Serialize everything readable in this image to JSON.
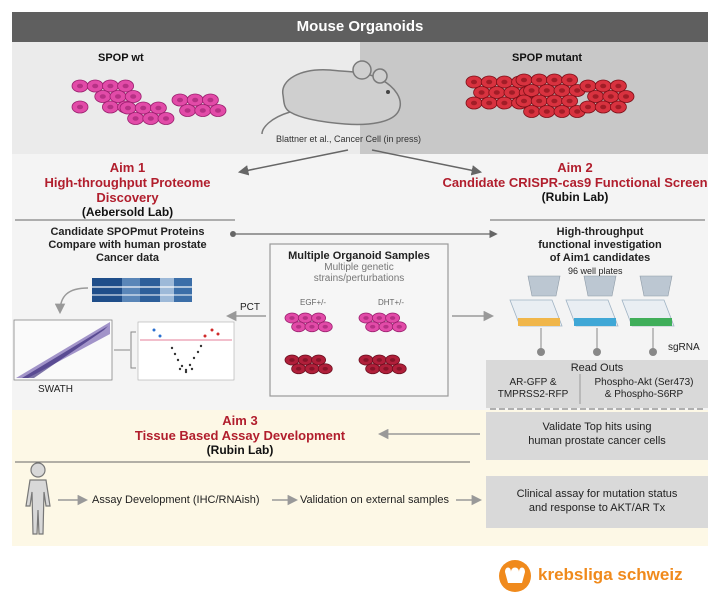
{
  "header": {
    "title": "Mouse Organoids"
  },
  "top": {
    "spop_wt": "SPOP wt",
    "spop_mutant": "SPOP mutant",
    "citation": "Blattner et al., Cancer Cell (in press)"
  },
  "aim1": {
    "aim": "Aim 1",
    "title": "High-throughput Proteome Discovery",
    "lab": "(Aebersold Lab)",
    "desc_l1": "Candidate SPOPmut Proteins",
    "desc_l2": "Compare with human prostate",
    "desc_l3": "Cancer data",
    "swath": "SWATH"
  },
  "aim2": {
    "aim": "Aim 2",
    "title": "Candidate CRISPR-cas9 Functional Screen",
    "lab": "(Rubin Lab)",
    "desc_l1": "High-throughput",
    "desc_l2": "functional investigation",
    "desc_l3": "of Aim1 candidates",
    "plates": "96 well plates",
    "sgrna": "sgRNA"
  },
  "organoids": {
    "title": "Multiple Organoid Samples",
    "sub_l1": "Multiple genetic",
    "sub_l2": "strains/perturbations",
    "egf": "EGF+/-",
    "dht": "DHT+/-",
    "pct": "PCT"
  },
  "readouts": {
    "title": "Read Outs",
    "left_l1": "AR-GFP &",
    "left_l2": "TMPRSS2-RFP",
    "right_l1": "Phospho-Akt (Ser473)",
    "right_l2": "& Phospho-S6RP",
    "validate_l1": "Validate Top hits using",
    "validate_l2": "human prostate cancer cells"
  },
  "aim3": {
    "aim": "Aim 3",
    "title": "Tissue Based Assay Development",
    "lab": "(Rubin Lab)",
    "step1": "Assay Development (IHC/RNAish)",
    "step2": "Validation on external samples",
    "clinical_l1": "Clinical assay for mutation status",
    "clinical_l2": "and response to AKT/AR Tx"
  },
  "footer": {
    "brand": "krebsliga schweiz"
  },
  "colors": {
    "aim_red": "#b11e2d",
    "wt_cell": "#e24ba8",
    "mut_cell": "#d8323f",
    "dark_cell": "#b01f3a",
    "brand_orange": "#f08a1c",
    "box_gray": "#d9d9d9"
  }
}
